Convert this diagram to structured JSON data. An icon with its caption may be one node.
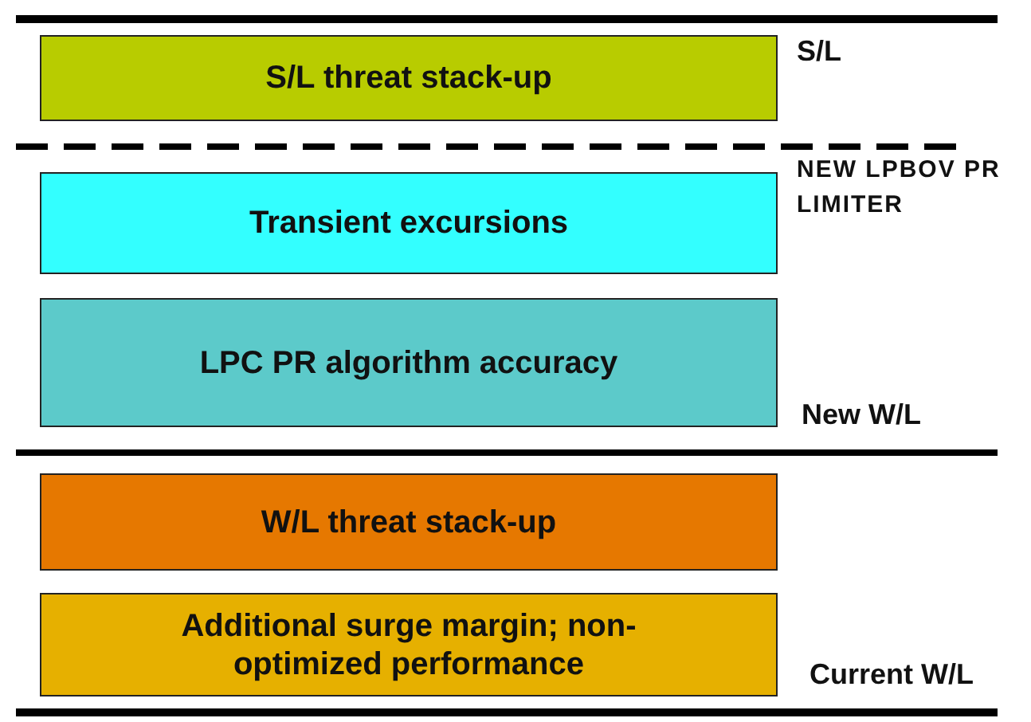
{
  "diagram": {
    "nodes": [
      {
        "text": [
          "S/L threat stack-up"
        ]
      },
      {
        "text": [
          "Transient excursions"
        ]
      },
      {
        "text": [
          "LPC PR algorithm accuracy"
        ]
      },
      {
        "text": [
          "W/L threat stack-up"
        ]
      },
      {
        "text": [
          "Additional surge margin; non-optimized performance"
        ]
      }
    ],
    "edges": [],
    "labels": [
      "S/L",
      "NEW LPBOV PR LIMITER",
      "New W/L",
      "Current W/L"
    ]
  }
}
